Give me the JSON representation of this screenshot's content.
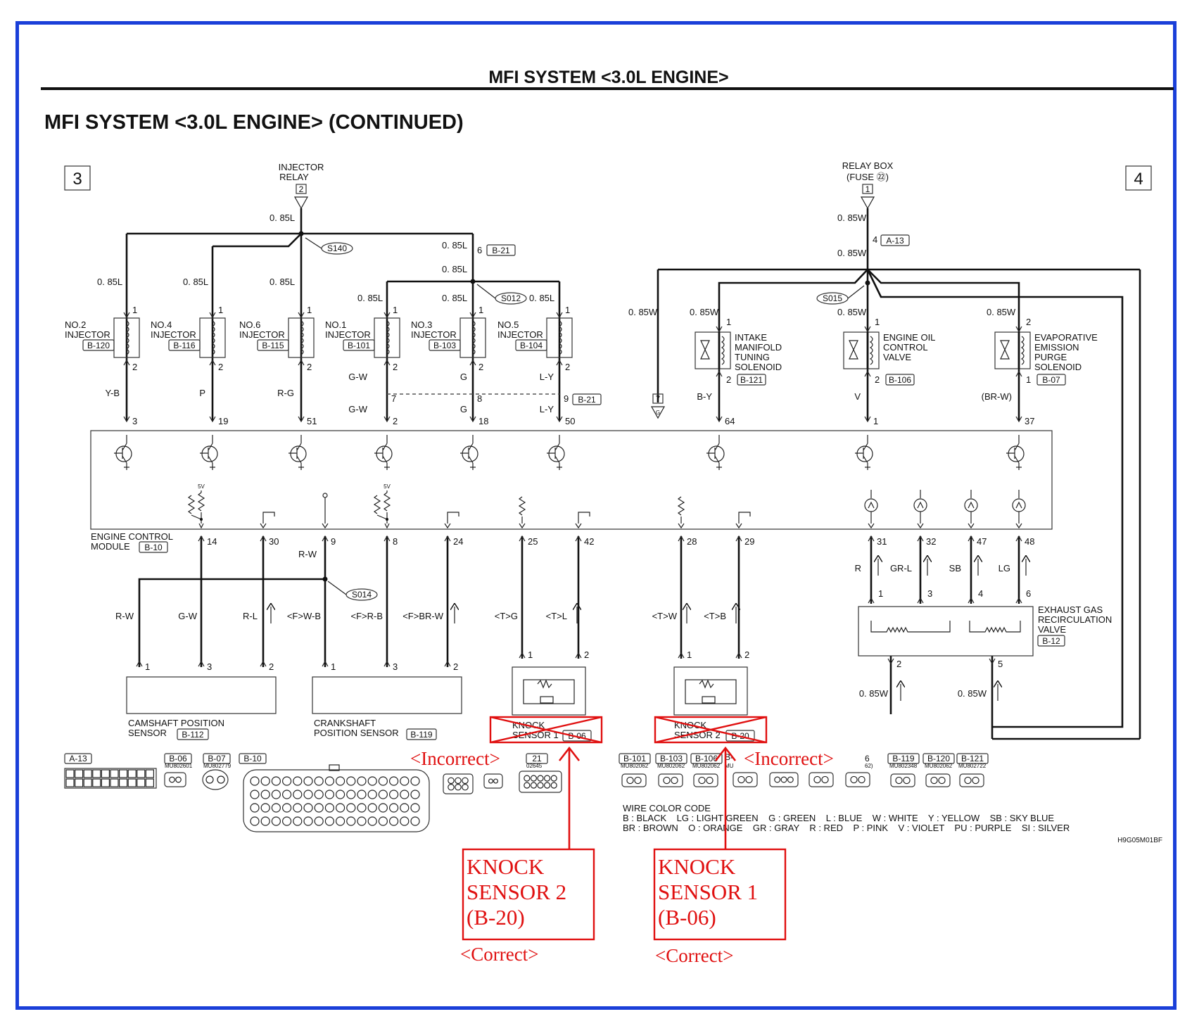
{
  "page": {
    "header": "MFI SYSTEM <3.0L ENGINE>",
    "title": "MFI SYSTEM <3.0L ENGINE> (CONTINUED)",
    "page_left": "3",
    "page_right": "4",
    "code": "H9G05M01BF"
  },
  "sources": {
    "injector_relay": {
      "line1": "INJECTOR",
      "line2": "RELAY",
      "pin": "2"
    },
    "relay_box": {
      "line1": "RELAY BOX",
      "line2": "(FUSE ㉒)",
      "pin": "1"
    }
  },
  "splices": {
    "s140": "S140",
    "s012": "S012",
    "s015": "S015",
    "s014": "S014"
  },
  "wires": {
    "w085l": "0. 85L",
    "w085w": "0. 85W",
    "a13_pin": "4",
    "a13": "A-13",
    "b21": "B-21",
    "pin6": "6",
    "pin7": "7",
    "pin8": "8",
    "pin9": "9",
    "gw": "G-W",
    "g": "G",
    "ly": "L-Y",
    "yb": "Y-B",
    "p": "P",
    "rg": "R-G",
    "by": "B-Y",
    "v": "V",
    "brw": "(BR-W)",
    "conn7": "7",
    "conn7g": "G"
  },
  "injectors": [
    {
      "l1": "NO.2",
      "l2": "INJECTOR",
      "conn": "B-120",
      "color": "Y-B",
      "ecm": "3"
    },
    {
      "l1": "NO.4",
      "l2": "INJECTOR",
      "conn": "B-116",
      "color": "P",
      "ecm": "19"
    },
    {
      "l1": "NO.6",
      "l2": "INJECTOR",
      "conn": "B-115",
      "color": "R-G",
      "ecm": "51"
    },
    {
      "l1": "NO.1",
      "l2": "INJECTOR",
      "conn": "B-101",
      "color": "G-W",
      "ecm": "2"
    },
    {
      "l1": "NO.3",
      "l2": "INJECTOR",
      "conn": "B-103",
      "color": "G",
      "ecm": "18"
    },
    {
      "l1": "NO.5",
      "l2": "INJECTOR",
      "conn": "B-104",
      "color": "L-Y",
      "ecm": "50"
    }
  ],
  "solenoids": [
    {
      "lines": [
        "INTAKE",
        "MANIFOLD",
        "TUNING",
        "SOLENOID"
      ],
      "conn": "B-121",
      "top": "1",
      "bot": "2",
      "color": "B-Y",
      "ecm": "64"
    },
    {
      "lines": [
        "ENGINE OIL",
        "CONTROL",
        "VALVE"
      ],
      "conn": "B-106",
      "top": "1",
      "bot": "2",
      "color": "V",
      "ecm": "1"
    },
    {
      "lines": [
        "EVAPORATIVE",
        "EMISSION",
        "PURGE",
        "SOLENOID"
      ],
      "conn": "B-07",
      "top": "2",
      "bot": "1",
      "color": "(BR-W)",
      "ecm": "37"
    }
  ],
  "ecm": {
    "l1": "ENGINE CONTROL",
    "l2": "MODULE",
    "conn": "B-10",
    "v5": "5V"
  },
  "lower": {
    "cam_pins": [
      "14",
      "30",
      "9"
    ],
    "cam_colors": [
      "R-W",
      "G-W",
      "R-L"
    ],
    "crank_pins": [
      "8",
      "24"
    ],
    "crank_colors": [
      "<F>W-B",
      "<F>R-B",
      "<F>BR-W"
    ],
    "rw": "R-W",
    "knock1_pins": [
      "25",
      "42"
    ],
    "knock1_colors": [
      "<T>G",
      "<T>L"
    ],
    "knock2_pins": [
      "28",
      "29"
    ],
    "knock2_colors": [
      "<T>W",
      "<T>B"
    ],
    "egr_pins": [
      "31",
      "32",
      "47",
      "48"
    ],
    "egr_colors": [
      "R",
      "GR-L",
      "SB",
      "LG"
    ],
    "egr_conn_pins": [
      "1",
      "3",
      "4",
      "6",
      "2",
      "5"
    ],
    "sensor_pins": [
      "1",
      "3",
      "2"
    ]
  },
  "components": {
    "cam": {
      "l1": "CAMSHAFT POSITION",
      "l2": "SENSOR",
      "conn": "B-112"
    },
    "crank": {
      "l1": "CRANKSHAFT",
      "l2": "POSITION SENSOR",
      "conn": "B-119"
    },
    "knock1": {
      "l1": "KNOCK",
      "l2": "SENSOR 1",
      "conn": "B-06"
    },
    "knock2": {
      "l1": "KNOCK",
      "l2": "SENSOR 2",
      "conn": "B-20"
    },
    "egr": {
      "lines": [
        "EXHAUST GAS",
        "RECIRCULATION",
        "VALVE"
      ],
      "conn": "B-12"
    }
  },
  "connectors": {
    "a13": "A-13",
    "b06": "B-06",
    "b06p": "MU802601",
    "b07": "B-07",
    "b07p": "MU802779",
    "b10": "B-10",
    "b21": "21",
    "b21p": "02645",
    "right": [
      {
        "name": "B-101",
        "part": "MU802062"
      },
      {
        "name": "B-103",
        "part": "MU802062"
      },
      {
        "name": "B-106",
        "part": "MU802062"
      },
      {
        "name": "B-119",
        "part": "MU802348"
      },
      {
        "name": "B-120",
        "part": "MU802062"
      },
      {
        "name": "B-121",
        "part": "MU802722"
      }
    ],
    "partial_b": "B-",
    "partial_mu": "MU",
    "partial_6": "6",
    "partial_62": "62)"
  },
  "color_code": {
    "title": "WIRE COLOR CODE",
    "row1": "B : BLACK    LG : LIGHT GREEN    G : GREEN    L : BLUE    W : WHITE    Y : YELLOW    SB : SKY BLUE",
    "row2": "BR : BROWN    O : ORANGE    GR : GRAY    R : RED    P : PINK    V : VIOLET    PU : PURPLE    SI : SILVER"
  },
  "corrections": {
    "incorrect": "<Incorrect>",
    "correct": "<Correct>",
    "left": {
      "l1": "KNOCK",
      "l2": "SENSOR 2",
      "l3": "(B-20)"
    },
    "right": {
      "l1": "KNOCK",
      "l2": "SENSOR 1",
      "l3": "(B-06)"
    }
  },
  "accent_red": "#e01010",
  "frame_blue": "#1a3fd9"
}
